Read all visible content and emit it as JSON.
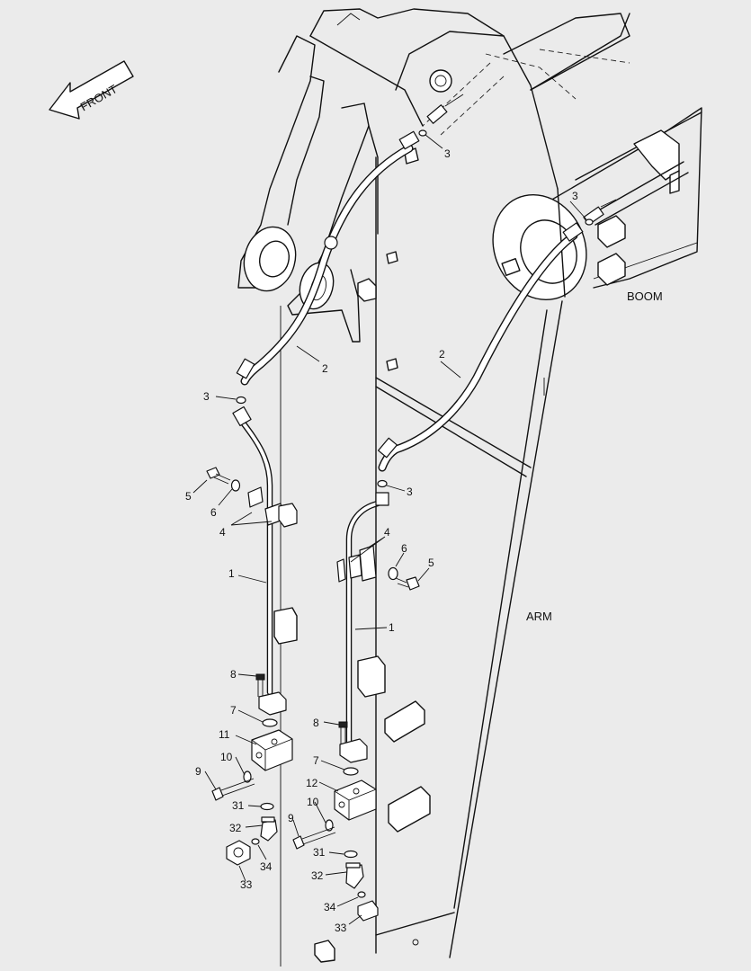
{
  "diagram": {
    "front_label": "FRONT",
    "area_labels": {
      "boom": "BOOM",
      "arm": "ARM"
    },
    "callouts": [
      {
        "id": "c3a",
        "text": "3"
      },
      {
        "id": "c3b",
        "text": "3"
      },
      {
        "id": "c2a",
        "text": "2"
      },
      {
        "id": "c2b",
        "text": "2"
      },
      {
        "id": "c3c",
        "text": "3"
      },
      {
        "id": "c3d",
        "text": "3"
      },
      {
        "id": "c5a",
        "text": "5"
      },
      {
        "id": "c6a",
        "text": "6"
      },
      {
        "id": "c4a",
        "text": "4"
      },
      {
        "id": "c4b",
        "text": "4"
      },
      {
        "id": "c6b",
        "text": "6"
      },
      {
        "id": "c5b",
        "text": "5"
      },
      {
        "id": "c1a",
        "text": "1"
      },
      {
        "id": "c1b",
        "text": "1"
      },
      {
        "id": "c8a",
        "text": "8"
      },
      {
        "id": "c7a",
        "text": "7"
      },
      {
        "id": "c11",
        "text": "11"
      },
      {
        "id": "c10a",
        "text": "10"
      },
      {
        "id": "c9a",
        "text": "9"
      },
      {
        "id": "c31a",
        "text": "31"
      },
      {
        "id": "c32a",
        "text": "32"
      },
      {
        "id": "c34a",
        "text": "34"
      },
      {
        "id": "c33a",
        "text": "33"
      },
      {
        "id": "c8b",
        "text": "8"
      },
      {
        "id": "c7b",
        "text": "7"
      },
      {
        "id": "c12",
        "text": "12"
      },
      {
        "id": "c10b",
        "text": "10"
      },
      {
        "id": "c9b",
        "text": "9"
      },
      {
        "id": "c31b",
        "text": "31"
      },
      {
        "id": "c32b",
        "text": "32"
      },
      {
        "id": "c34b",
        "text": "34"
      },
      {
        "id": "c33b",
        "text": "33"
      }
    ]
  }
}
